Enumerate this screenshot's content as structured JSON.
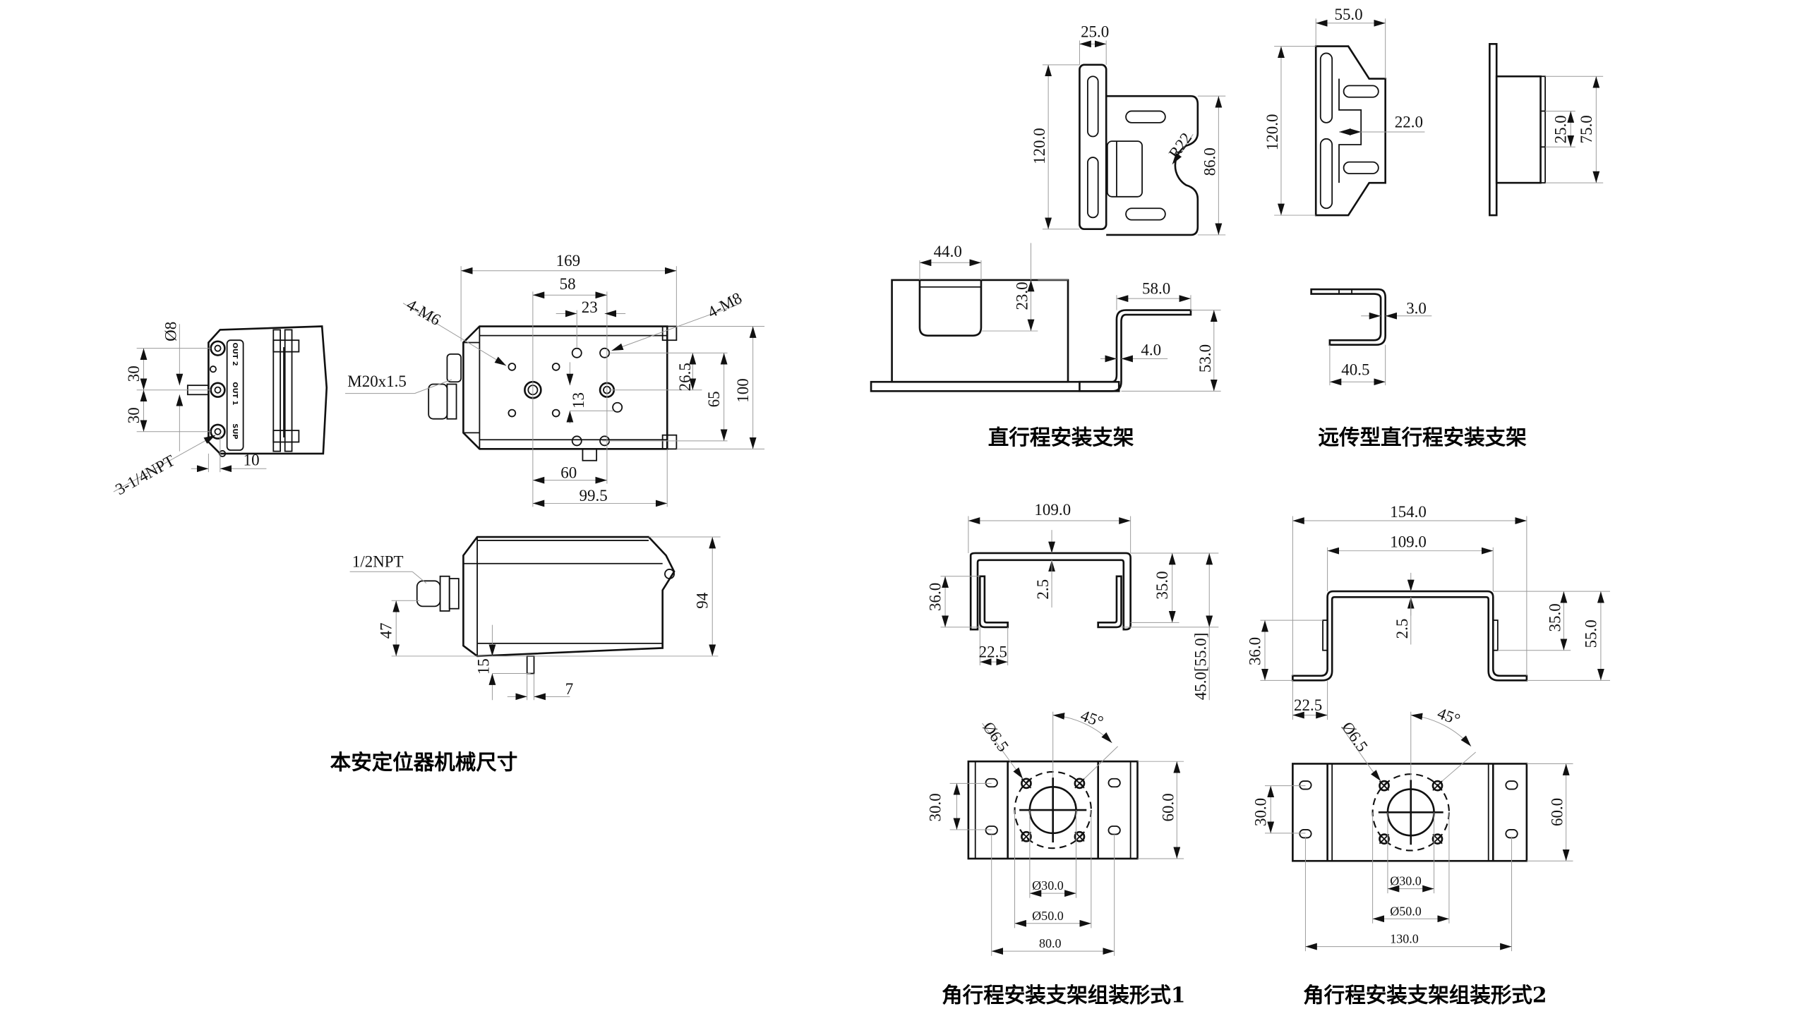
{
  "drawings": {
    "positioner": {
      "caption": "本安定位器机械尺寸",
      "front_view": {
        "dims": {
          "port_dia": "Ø8",
          "spacing_1": "30",
          "spacing_2": "30",
          "port_offset": "10",
          "ports_note": "3-1/4NPT"
        },
        "port_labels": [
          "OUT 2",
          "OUT 1",
          "SUP"
        ]
      },
      "top_view": {
        "dims": {
          "width_total": "169",
          "hole_span": "58",
          "hole_pitch": "23",
          "m8_note": "4-M8",
          "m6_note": "4-M6",
          "cable_entry": "M20x1.5",
          "offset_26": "26.5",
          "offset_13": "13",
          "hole_vertical": "65",
          "height_total": "100",
          "bottom_60": "60",
          "bottom_99": "99.5"
        }
      },
      "side_view": {
        "dims": {
          "conduit": "1/2NPT",
          "height_47": "47",
          "height_94": "94",
          "shaft_15": "15",
          "shaft_7": "7"
        }
      }
    },
    "linear_bracket": {
      "caption": "直行程安装支架",
      "dims": {
        "w25": "25.0",
        "h120": "120.0",
        "r22": "R22",
        "h86": "86.0",
        "w44": "44.0",
        "h23": "23.0",
        "w58": "58.0",
        "t4": "4.0",
        "h53": "53.0"
      }
    },
    "remote_linear_bracket": {
      "caption": "远传型直行程安装支架",
      "dims": {
        "w55": "55.0",
        "h120": "120.0",
        "w22": "22.0",
        "h25": "25.0",
        "h75": "75.0",
        "t3": "3.0",
        "w40": "40.5"
      }
    },
    "rotary_bracket_1": {
      "caption": "角行程安装支架组装形式1",
      "dims": {
        "w109": "109.0",
        "h36": "36.0",
        "t25": "2.5",
        "h35": "35.0",
        "w22": "22.5",
        "h45": "45.0[55.0]",
        "hole": "Ø6.5",
        "angle": "45°",
        "h30": "30.0",
        "h60": "60.0",
        "d30": "Ø30.0",
        "d50": "Ø50.0",
        "w80": "80.0"
      }
    },
    "rotary_bracket_2": {
      "caption": "角行程安装支架组装形式2",
      "dims": {
        "w154": "154.0",
        "w109": "109.0",
        "h36": "36.0",
        "t25": "2.5",
        "h35": "35.0",
        "h55": "55.0",
        "w22": "22.5",
        "hole": "Ø6.5",
        "angle": "45°",
        "h30": "30.0",
        "h60": "60.0",
        "d30": "Ø30.0",
        "d50": "Ø50.0",
        "w130": "130.0"
      }
    }
  }
}
